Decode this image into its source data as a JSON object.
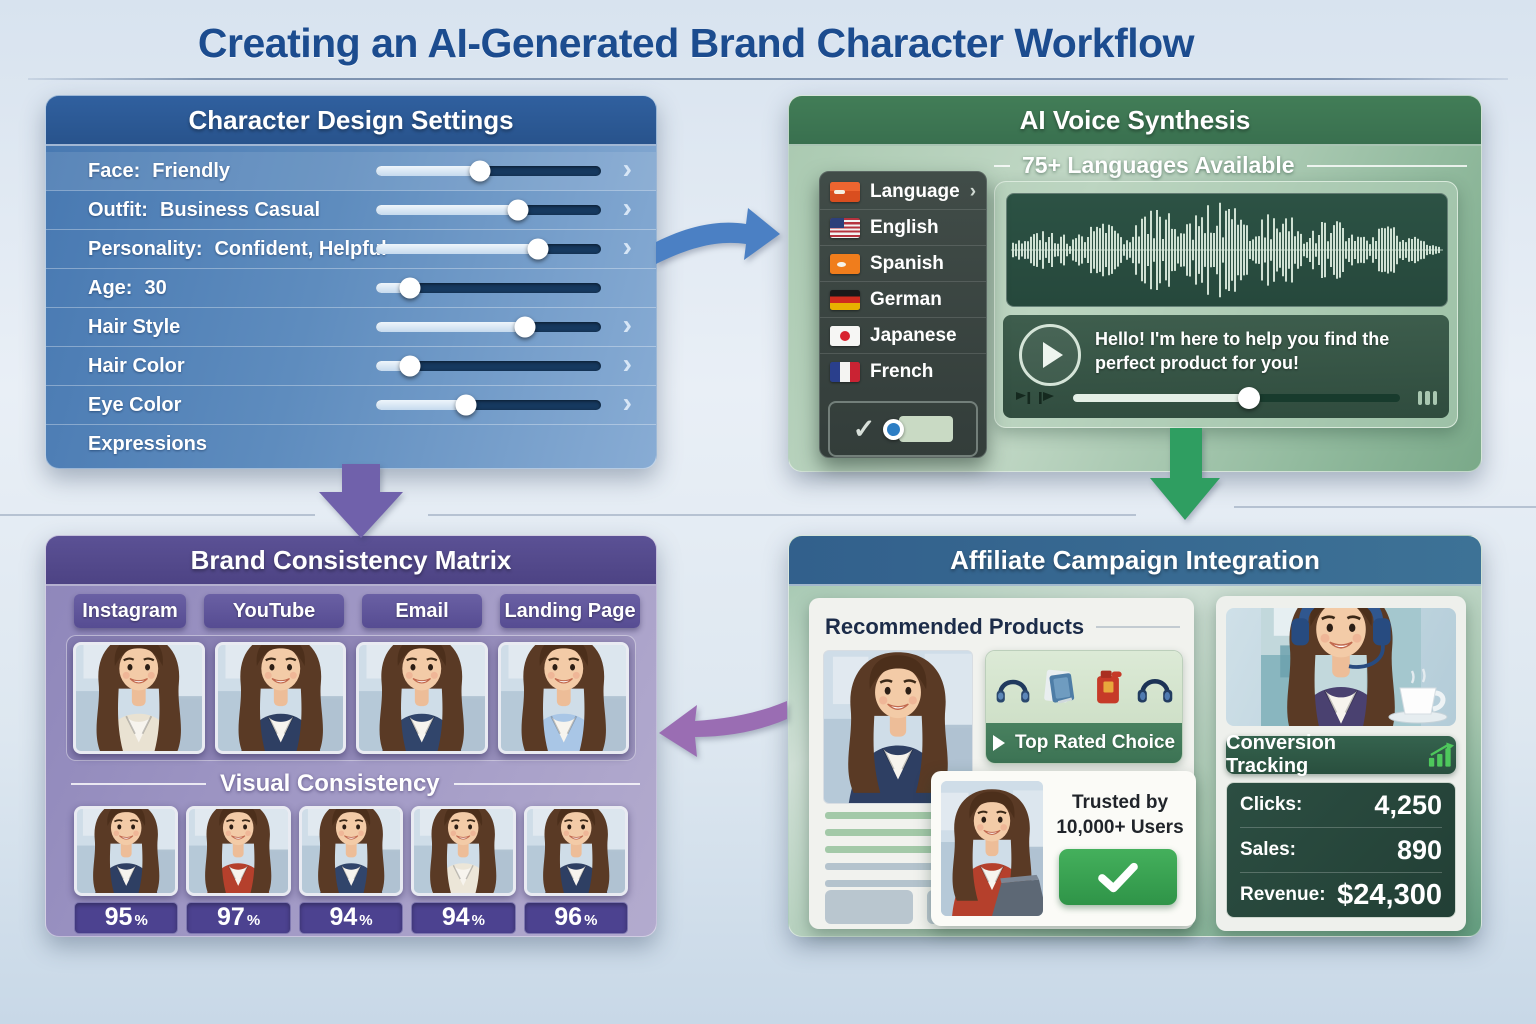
{
  "title": "Creating an AI-Generated Brand Character Workflow",
  "icons": {
    "chevron": "›",
    "check": "✓"
  },
  "design": {
    "title": "Character Design Settings",
    "rows": [
      {
        "label": "Face:",
        "value": "Friendly",
        "slider": 46,
        "chevron": true
      },
      {
        "label": "Outfit:",
        "value": "Business Casual",
        "slider": 63,
        "chevron": true
      },
      {
        "label": "Personality:",
        "value": "Confident, Helpful",
        "slider": 72,
        "chevron": true
      },
      {
        "label": "Age:",
        "value": "30",
        "slider": 15,
        "chevron": false
      },
      {
        "label": "Hair Style",
        "value": "",
        "slider": 66,
        "chevron": true
      },
      {
        "label": "Hair Color",
        "value": "",
        "slider": 15,
        "chevron": true
      },
      {
        "label": "Eye Color",
        "value": "",
        "slider": 40,
        "chevron": true
      },
      {
        "label": "Expressions",
        "value": "",
        "slider": null,
        "chevron": false
      }
    ]
  },
  "voice": {
    "title": "AI Voice Synthesis",
    "subtitle": "75+ Languages Available",
    "languages": [
      {
        "label": "Language",
        "flag": "generic",
        "chevron": true
      },
      {
        "label": "English",
        "flag": "us",
        "chevron": false
      },
      {
        "label": "Spanish",
        "flag": "es",
        "chevron": false
      },
      {
        "label": "German",
        "flag": "de",
        "chevron": false
      },
      {
        "label": "Japanese",
        "flag": "jp",
        "chevron": false
      },
      {
        "label": "French",
        "flag": "fr",
        "chevron": false
      }
    ],
    "message": "Hello! I'm here to help you find the perfect product for you!",
    "progress_percent": 54
  },
  "matrix": {
    "title": "Brand Consistency Matrix",
    "channels": [
      "Instagram",
      "YouTube",
      "Email",
      "Landing Page"
    ],
    "consistency_label": "Visual Consistency",
    "scores": [
      {
        "value": "95",
        "unit": "%"
      },
      {
        "value": "97",
        "unit": "%"
      },
      {
        "value": "94",
        "unit": "%"
      },
      {
        "value": "94",
        "unit": "%"
      },
      {
        "value": "96",
        "unit": "%"
      }
    ]
  },
  "affiliate": {
    "title": "Affiliate Campaign Integration",
    "recommended_label": "Recommended Products",
    "top_rated_label": "Top Rated Choice",
    "trusted_line1": "Trusted by",
    "trusted_line2": "10,000+ Users",
    "conversion_label": "Conversion Tracking",
    "stats": [
      {
        "label": "Clicks:",
        "value": "4,250"
      },
      {
        "label": "Sales:",
        "value": "890"
      },
      {
        "label": "Revenue:",
        "value": "$24,300"
      }
    ]
  },
  "colors": {
    "panel_blue": "#2f5fa0",
    "panel_green": "#3e7a53",
    "panel_purple": "#55498c",
    "panel_steel": "#35648f",
    "arrow_blue": "#4b80c4",
    "arrow_purple": "#7061ab",
    "arrow_green": "#2f9e61",
    "arrow_violet": "#9a6db3",
    "success_green": "#3aa055"
  }
}
